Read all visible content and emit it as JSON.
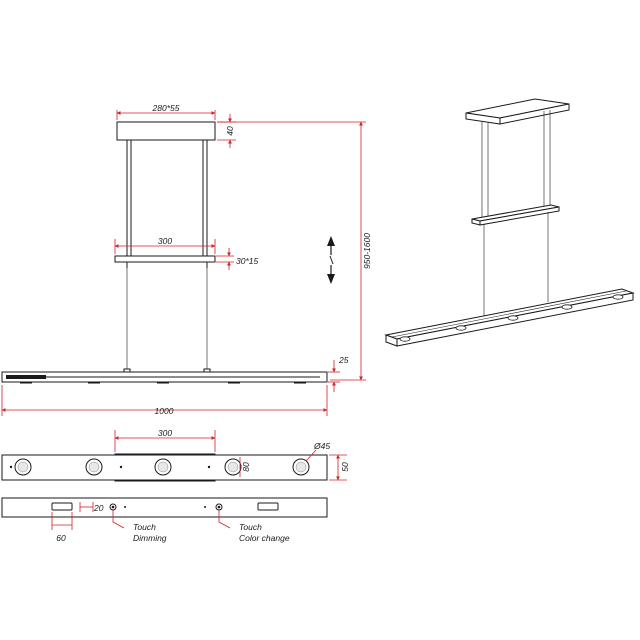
{
  "drawing": {
    "dimensions": {
      "canopy": "280*55",
      "canopy_height": "40",
      "bracket_width": "300",
      "bracket_size": "30*15",
      "height_range": "950-1600",
      "bar_height": "25",
      "length": "1000",
      "bottom_spacing": "300",
      "lens_diameter": "Ø45",
      "lens_offset": "80",
      "bar_width": "50",
      "switch_offset": "20",
      "switch_width": "60"
    },
    "callouts": {
      "touch_dimming_line1": "Touch",
      "touch_dimming_line2": "Dimming",
      "color_change_line1": "Touch",
      "color_change_line2": "Color change"
    }
  }
}
